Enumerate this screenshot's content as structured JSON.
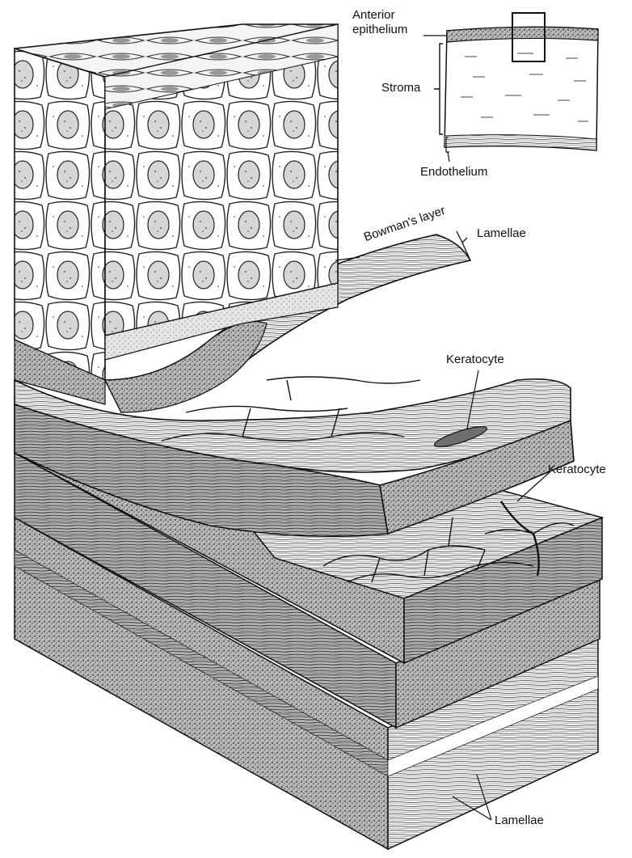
{
  "labels": {
    "anterior_line1": "Anterior",
    "anterior_line2": "epithelium",
    "stroma": "Stroma",
    "endothelium": "Endothelium",
    "bowmans": "Bowman's layer",
    "lamellae_top": "Lamellae",
    "keratocyte_1": "Keratocyte",
    "keratocyte_2": "Keratocyte",
    "lamellae_bottom": "Lamellae"
  },
  "colors": {
    "ink": "#111111",
    "paper": "#ffffff",
    "light_tone": "#d8d8d8",
    "mid_tone": "#8c8c8c",
    "dark_tone": "#555555"
  }
}
